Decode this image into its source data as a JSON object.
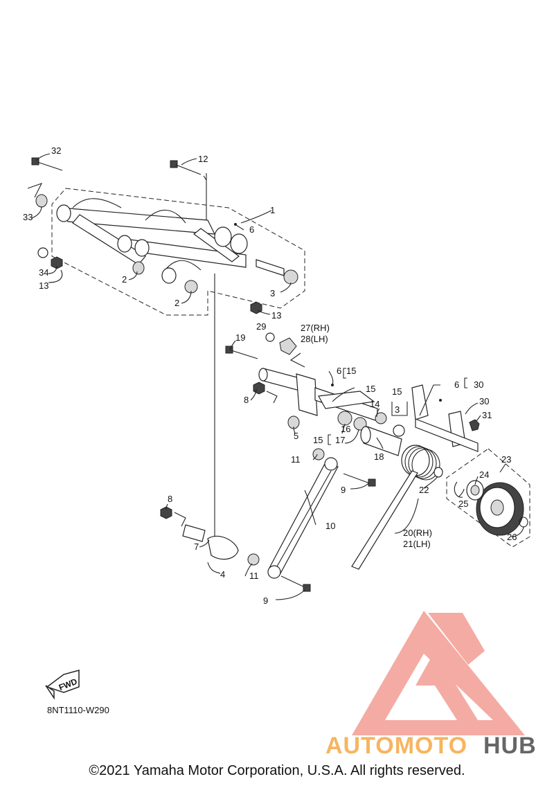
{
  "diagram": {
    "diagram_code": "8NT1110-W290",
    "fwd_badge": "FWD",
    "part_labels": [
      {
        "id": "1",
        "text": "1"
      },
      {
        "id": "2a",
        "text": "2"
      },
      {
        "id": "2b",
        "text": "2"
      },
      {
        "id": "3a",
        "text": "3"
      },
      {
        "id": "3b",
        "text": "3"
      },
      {
        "id": "4",
        "text": "4"
      },
      {
        "id": "5",
        "text": "5"
      },
      {
        "id": "6a",
        "text": "6"
      },
      {
        "id": "6b",
        "text": "6"
      },
      {
        "id": "6c",
        "text": "6"
      },
      {
        "id": "7",
        "text": "7"
      },
      {
        "id": "8a",
        "text": "8"
      },
      {
        "id": "8b",
        "text": "8"
      },
      {
        "id": "9a",
        "text": "9"
      },
      {
        "id": "9b",
        "text": "9"
      },
      {
        "id": "10",
        "text": "10"
      },
      {
        "id": "11a",
        "text": "11"
      },
      {
        "id": "11b",
        "text": "11"
      },
      {
        "id": "12",
        "text": "12"
      },
      {
        "id": "13a",
        "text": "13"
      },
      {
        "id": "13b",
        "text": "13"
      },
      {
        "id": "14",
        "text": "14"
      },
      {
        "id": "15a",
        "text": "15"
      },
      {
        "id": "15b",
        "text": "15"
      },
      {
        "id": "15c",
        "text": "15"
      },
      {
        "id": "15d",
        "text": "15"
      },
      {
        "id": "16",
        "text": "16"
      },
      {
        "id": "17",
        "text": "17"
      },
      {
        "id": "18",
        "text": "18"
      },
      {
        "id": "19",
        "text": "19"
      },
      {
        "id": "20",
        "text": "20(RH)"
      },
      {
        "id": "21",
        "text": "21(LH)"
      },
      {
        "id": "22",
        "text": "22"
      },
      {
        "id": "23",
        "text": "23"
      },
      {
        "id": "24",
        "text": "24"
      },
      {
        "id": "25",
        "text": "25"
      },
      {
        "id": "26",
        "text": "26"
      },
      {
        "id": "27",
        "text": "27(RH)"
      },
      {
        "id": "28",
        "text": "28(LH)"
      },
      {
        "id": "29",
        "text": "29"
      },
      {
        "id": "30a",
        "text": "30"
      },
      {
        "id": "30b",
        "text": "30"
      },
      {
        "id": "31",
        "text": "31"
      },
      {
        "id": "32",
        "text": "32"
      },
      {
        "id": "33",
        "text": "33"
      },
      {
        "id": "34",
        "text": "34"
      }
    ]
  },
  "watermark": {
    "text_a": "AUTOMOTO",
    "text_b": "HUB",
    "color_primary": "#f08070",
    "color_secondary": "#f6b560",
    "color_dark": "#666666"
  },
  "footer": {
    "copyright": "©2021 Yamaha Motor Corporation, U.S.A. All rights reserved."
  }
}
